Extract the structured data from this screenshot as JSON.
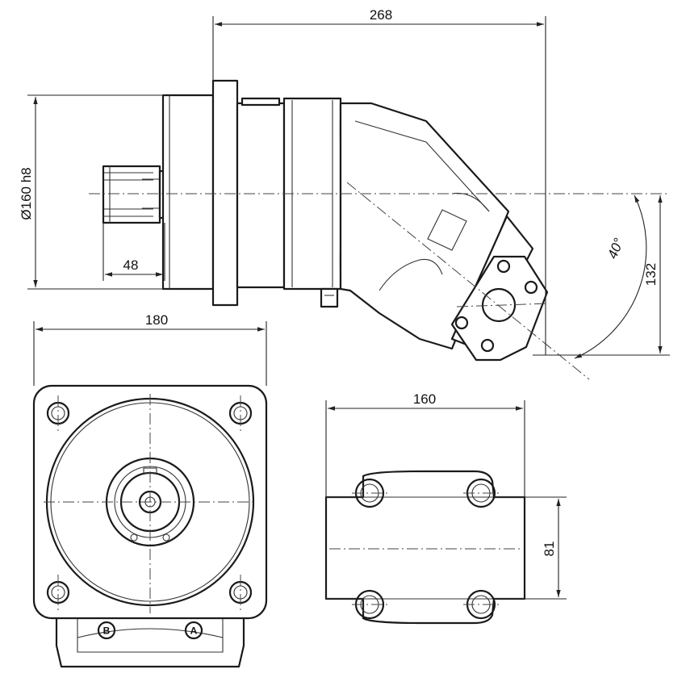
{
  "dimensions": {
    "total_length": "268",
    "flange_diameter": "Ø160 h8",
    "shaft_length": "48",
    "bend_angle": "40°",
    "port_offset": "132",
    "flange_width": "180",
    "port_block_width": "160",
    "port_block_height": "81"
  },
  "ports": {
    "port_b": "B",
    "port_a": "A"
  }
}
